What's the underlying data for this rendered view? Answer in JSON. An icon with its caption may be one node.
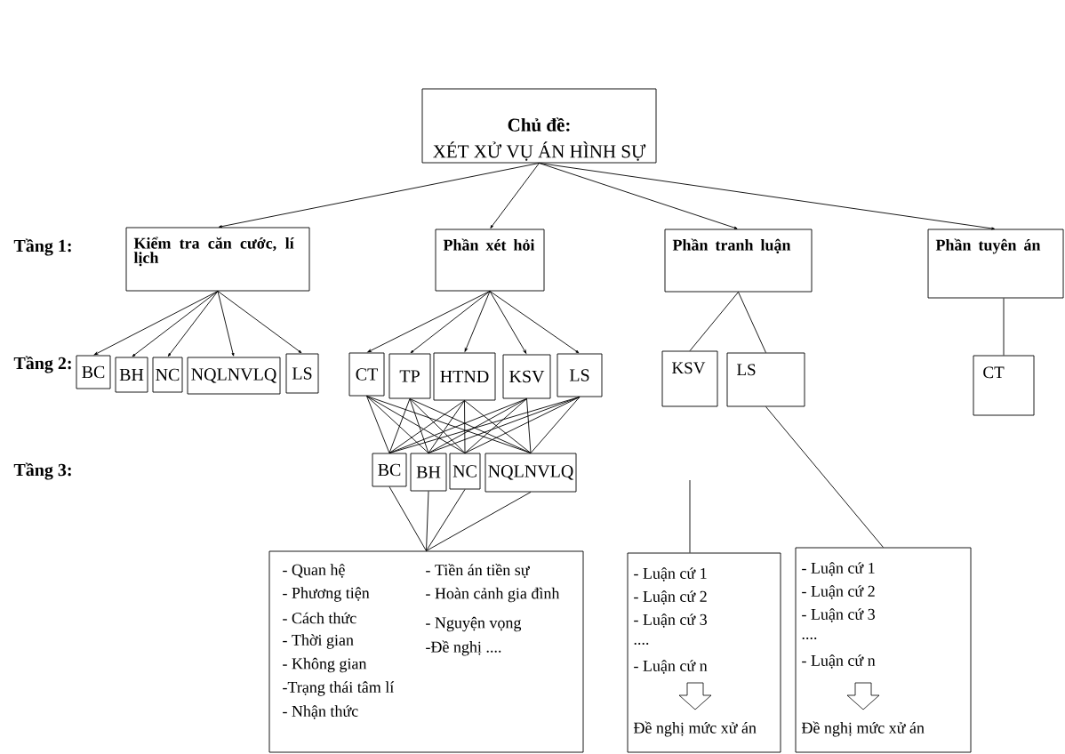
{
  "diagram": {
    "nodes": [
      {
        "text": [
          "Chủ đề:",
          "XÉT XỬ VỤ ÁN HÌNH SỰ"
        ]
      },
      {
        "text": [
          "Kiểm tra căn cước, lí lịch"
        ]
      },
      {
        "text": [
          "Phần xét hỏi"
        ]
      },
      {
        "text": [
          "Phần tranh luận"
        ]
      },
      {
        "text": [
          "Phần tuyên án"
        ]
      },
      {
        "text": [
          "BC"
        ]
      },
      {
        "text": [
          "BH"
        ]
      },
      {
        "text": [
          "NC"
        ]
      },
      {
        "text": [
          "NQLNVLQ"
        ]
      },
      {
        "text": [
          "LS"
        ]
      },
      {
        "text": [
          "CT"
        ]
      },
      {
        "text": [
          "TP"
        ]
      },
      {
        "text": [
          "HTND"
        ]
      },
      {
        "text": [
          "KSV"
        ]
      },
      {
        "text": [
          "LS"
        ]
      },
      {
        "text": [
          "KSV"
        ]
      },
      {
        "text": [
          "LS"
        ]
      },
      {
        "text": [
          "CT"
        ]
      },
      {
        "text": [
          "BC"
        ]
      },
      {
        "text": [
          "BH"
        ]
      },
      {
        "text": [
          "NC"
        ]
      },
      {
        "text": [
          "NQLNVLQ"
        ]
      },
      {
        "text": [
          "- Quan  hệ",
          "- Phương tiện",
          "- Cách thức",
          "- Thời gian",
          "- Không gian",
          "-Trạng thái tâm lí",
          "- Nhận thức",
          "- Tiền án tiền sự",
          "- Hoàn cảnh gia đình",
          "- Nguyện vọng",
          "-Đề nghị ...."
        ]
      },
      {
        "text": [
          "- Luận cứ 1",
          "- Luận cứ 2",
          "- Luận cứ 3",
          "....",
          "- Luận cứ n",
          "Đề nghị mức xử án"
        ]
      },
      {
        "text": [
          "- Luận cứ 1",
          "- Luận cứ 2",
          "- Luận cứ 3",
          "....",
          "- Luận cứ n",
          "Đề nghị mức xử án"
        ]
      }
    ],
    "edges": [
      {
        "from": 0,
        "to": 1,
        "arrow": "to"
      },
      {
        "from": 0,
        "to": 2,
        "arrow": "to"
      },
      {
        "from": 0,
        "to": 3,
        "arrow": "to"
      },
      {
        "from": 0,
        "to": 4,
        "arrow": "to"
      },
      {
        "from": 1,
        "to": 5,
        "arrow": "to"
      },
      {
        "from": 1,
        "to": 6,
        "arrow": "to"
      },
      {
        "from": 1,
        "to": 7,
        "arrow": "to"
      },
      {
        "from": 1,
        "to": 8,
        "arrow": "to"
      },
      {
        "from": 1,
        "to": 9,
        "arrow": "to"
      },
      {
        "from": 2,
        "to": 10,
        "arrow": "to"
      },
      {
        "from": 2,
        "to": 11,
        "arrow": "to"
      },
      {
        "from": 2,
        "to": 12,
        "arrow": "to"
      },
      {
        "from": 2,
        "to": 13,
        "arrow": "to"
      },
      {
        "from": 2,
        "to": 14,
        "arrow": "to"
      },
      {
        "from": 3,
        "to": 15,
        "arrow": "none"
      },
      {
        "from": 3,
        "to": 16,
        "arrow": "none"
      },
      {
        "from": 4,
        "to": 17,
        "arrow": "none"
      },
      {
        "from": 10,
        "to": 18,
        "arrow": "none"
      },
      {
        "from": 10,
        "to": 19,
        "arrow": "none"
      },
      {
        "from": 10,
        "to": 20,
        "arrow": "none"
      },
      {
        "from": 10,
        "to": 21,
        "arrow": "none"
      },
      {
        "from": 11,
        "to": 18,
        "arrow": "none"
      },
      {
        "from": 11,
        "to": 19,
        "arrow": "none"
      },
      {
        "from": 11,
        "to": 20,
        "arrow": "none"
      },
      {
        "from": 11,
        "to": 21,
        "arrow": "none"
      },
      {
        "from": 12,
        "to": 18,
        "arrow": "none"
      },
      {
        "from": 12,
        "to": 19,
        "arrow": "none"
      },
      {
        "from": 12,
        "to": 20,
        "arrow": "none"
      },
      {
        "from": 12,
        "to": 21,
        "arrow": "none"
      },
      {
        "from": 13,
        "to": 18,
        "arrow": "none"
      },
      {
        "from": 13,
        "to": 19,
        "arrow": "none"
      },
      {
        "from": 13,
        "to": 20,
        "arrow": "none"
      },
      {
        "from": 13,
        "to": 21,
        "arrow": "none"
      },
      {
        "from": 14,
        "to": 18,
        "arrow": "none"
      },
      {
        "from": 14,
        "to": 19,
        "arrow": "none"
      },
      {
        "from": 14,
        "to": 20,
        "arrow": "none"
      },
      {
        "from": 14,
        "to": 21,
        "arrow": "none"
      },
      {
        "from": 18,
        "to": 22,
        "arrow": "none"
      },
      {
        "from": 19,
        "to": 22,
        "arrow": "none"
      },
      {
        "from": 20,
        "to": 22,
        "arrow": "none"
      },
      {
        "from": 21,
        "to": 22,
        "arrow": "none"
      },
      {
        "from": null,
        "to": 23,
        "arrow": "none"
      },
      {
        "from": 16,
        "to": 24,
        "arrow": "none"
      }
    ],
    "labels": [
      "Tầng 1:",
      "Tầng 2:",
      "Tầng 3:"
    ]
  }
}
